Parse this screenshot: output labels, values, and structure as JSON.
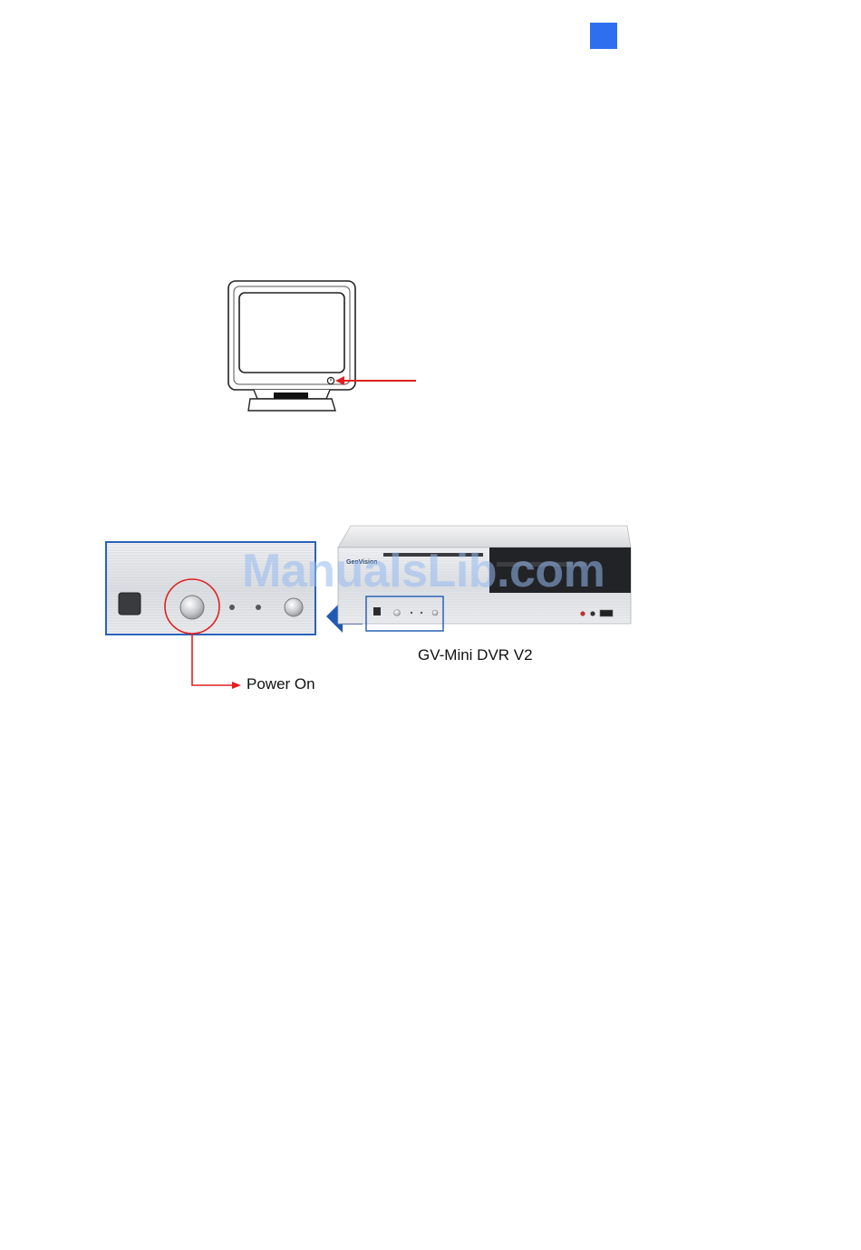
{
  "page": {
    "tab_color": "#2e6ff0"
  },
  "figure_dvr": {
    "caption": "GV-Mini DVR V2",
    "callout_label": "Power On"
  },
  "watermark": {
    "text": "ManualsLib.com"
  },
  "colors": {
    "callout_red": "#e02020",
    "frame_blue": "#2a62b8",
    "arrow_blue": "#2159b0"
  }
}
